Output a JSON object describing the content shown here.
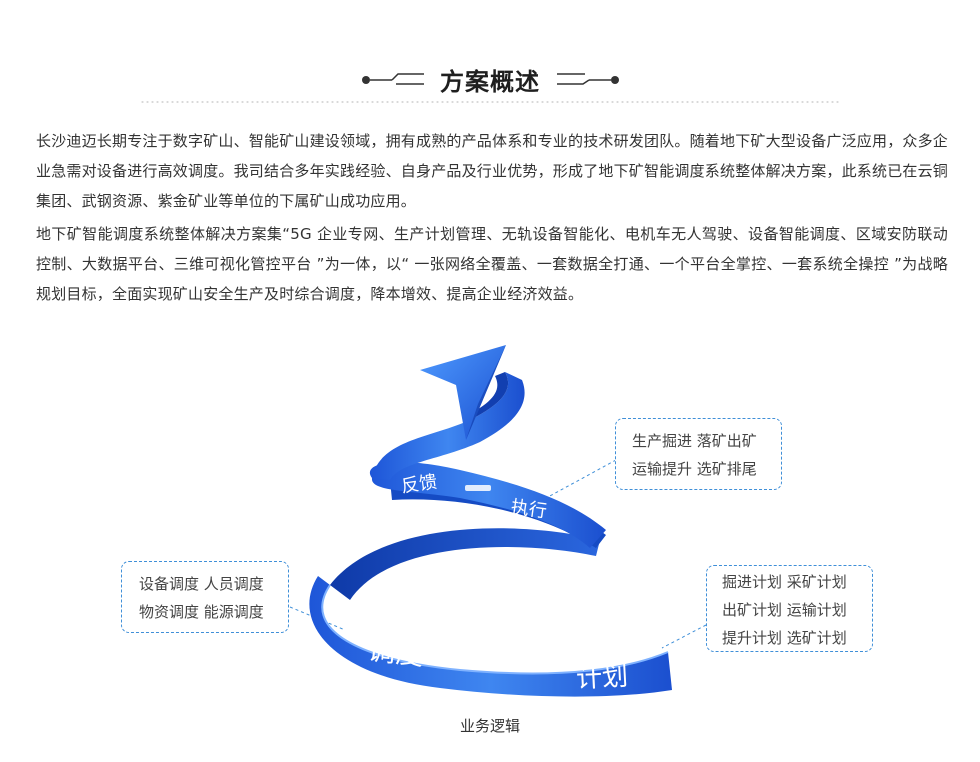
{
  "header": {
    "title": "方案概述"
  },
  "intro": {
    "paragraph1": "长沙迪迈长期专注于数字矿山、智能矿山建设领域，拥有成熟的产品体系和专业的技术研发团队。随着地下矿大型设备广泛应用，众多企业急需对设备进行高效调度。我司结合多年实践经验、自身产品及行业优势，形成了地下矿智能调度系统整体解决方案，此系统已在云铜集团、武钢资源、紫金矿业等单位的下属矿山成功应用。",
    "paragraph2": "地下矿智能调度系统整体解决方案集“5G 企业专网、生产计划管理、无轨设备智能化、电机车无人驾驶、设备智能调度、区域安防联动控制、大数据平台、三维可视化管控平台 ”为一体，以“ 一张网络全覆盖、一套数据全打通、一个平台全掌控、一套系统全操控 ”为战略规划目标，全面实现矿山安全生产及时综合调度，降本增效、提高企业经济效益。"
  },
  "diagram": {
    "caption": "业务逻辑",
    "ribbon_color": "#2f6fe6",
    "ribbon_labels": {
      "feedback": "反馈",
      "execute": "执行",
      "schedule": "调度",
      "plan": "计划"
    },
    "callouts": {
      "execute": [
        "生产掘进  落矿出矿",
        "运输提升  选矿排尾"
      ],
      "schedule": [
        "设备调度  人员调度",
        "物资调度  能源调度"
      ],
      "plan": [
        "掘进计划  采矿计划",
        "出矿计划  运输计划",
        "提升计划  选矿计划"
      ]
    }
  }
}
